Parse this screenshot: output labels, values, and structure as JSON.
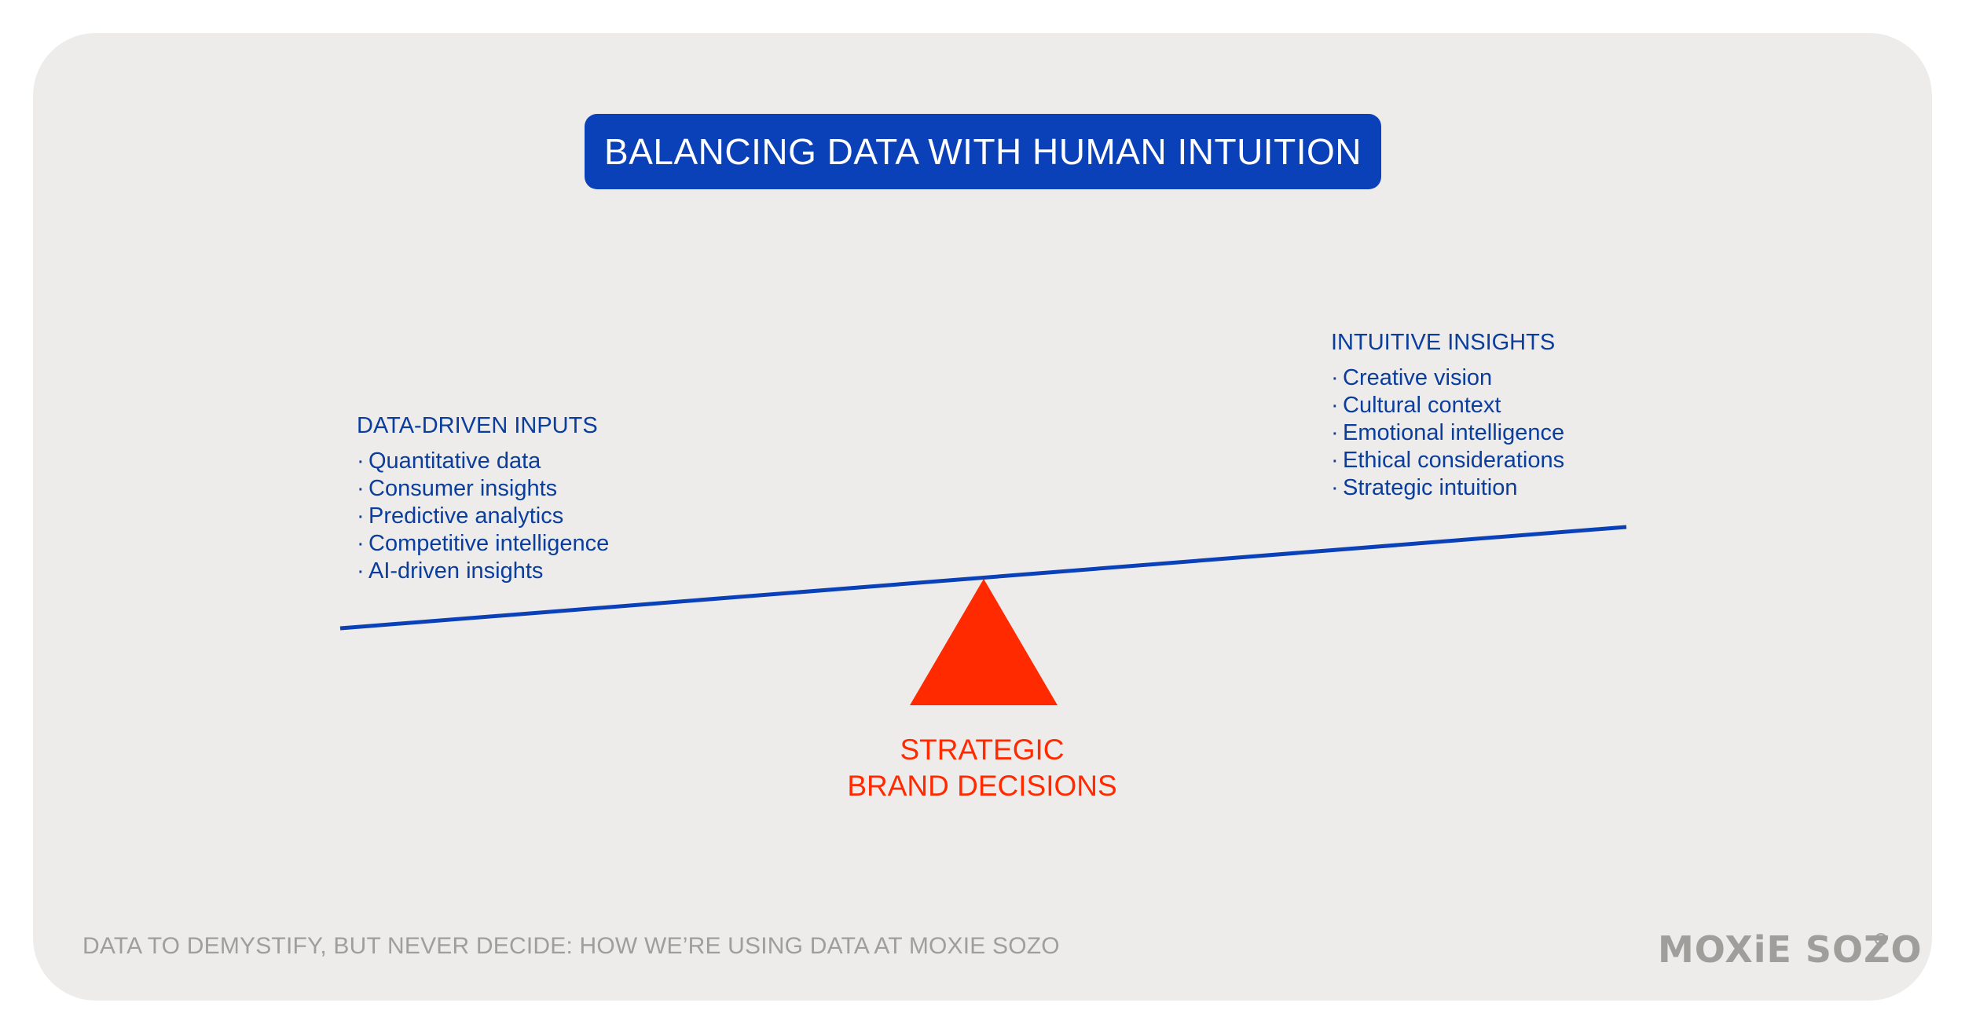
{
  "title": "BALANCING DATA WITH HUMAN INTUITION",
  "left_group": {
    "heading": "DATA-DRIVEN INPUTS",
    "items": [
      "Quantitative data",
      "Consumer insights",
      "Predictive analytics",
      "Competitive intelligence",
      "AI-driven insights"
    ]
  },
  "right_group": {
    "heading": "INTUITIVE INSIGHTS",
    "items": [
      "Creative vision",
      "Cultural context",
      "Emotional intelligence",
      "Ethical considerations",
      "Strategic intuition"
    ]
  },
  "fulcrum_label": {
    "line1": "STRATEGIC",
    "line2": "BRAND DECISIONS"
  },
  "footer": "DATA TO DEMYSTIFY, BUT NEVER DECIDE: HOW WE’RE USING DATA AT MOXIE SOZO",
  "logo": "MOXiE SOZO",
  "colors": {
    "background_card": "#edecea",
    "title_box": "#0a40b8",
    "text_blue": "#0a3d9c",
    "fulcrum_red": "#ff2a00",
    "footer_gray": "#a09e9b"
  }
}
